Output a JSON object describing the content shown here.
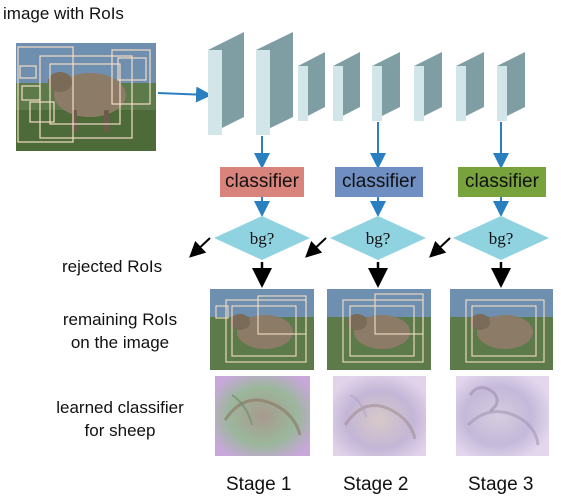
{
  "title": "image with RoIs",
  "classifiers": [
    {
      "label": "classifier",
      "color": "#d9837d"
    },
    {
      "label": "classifier",
      "color": "#6f8fc2"
    },
    {
      "label": "classifier",
      "color": "#78a33c"
    }
  ],
  "decision_label": "bg?",
  "decision_color": "#8fd3e0",
  "layer_color": "#a9c7cc",
  "arrow_color": "#2a7fc0",
  "rows": {
    "rejected": "rejected RoIs",
    "remaining_line1": "remaining RoIs",
    "remaining_line2": "on the image",
    "learned_line1": "learned classifier",
    "learned_line2": "for sheep"
  },
  "stages": [
    "Stage 1",
    "Stage 2",
    "Stage 3"
  ]
}
